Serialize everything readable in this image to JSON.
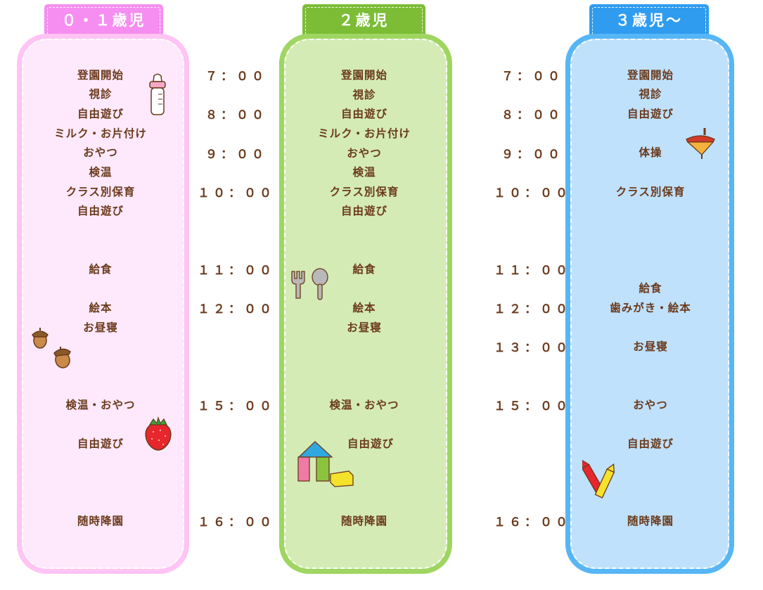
{
  "columns": [
    {
      "title": "０・１歳児",
      "activities": [
        "登園開始",
        "視診",
        "自由遊び",
        "ミルク・お片付け",
        "おやつ",
        "検温",
        "クラス別保育",
        "自由遊び",
        "給食",
        "絵本",
        "お昼寝",
        "検温・おやつ",
        "自由遊び",
        "随時降園"
      ]
    },
    {
      "title": "２歳児",
      "activities": [
        "登園開始",
        "視診",
        "自由遊び",
        "ミルク・お片付け",
        "おやつ",
        "検温",
        "クラス別保育",
        "自由遊び",
        "給食",
        "絵本",
        "お昼寝",
        "検温・おやつ",
        "自由遊び",
        "随時降園"
      ]
    },
    {
      "title": "３歳児～",
      "activities": [
        "登園開始",
        "視診",
        "自由遊び",
        "体操",
        "クラス別保育",
        "給食",
        "歯みがき・絵本",
        "お昼寝",
        "おやつ",
        "自由遊び",
        "随時降園"
      ]
    }
  ],
  "times_a": [
    "７：００",
    "８：００",
    "９：００",
    "１０：００",
    "１１：００",
    "１２：００",
    "１５：００",
    "１６：００"
  ],
  "times_b": [
    "７：００",
    "８：００",
    "９：００",
    "１０：００",
    "１１：００",
    "１２：００",
    "１３：００",
    "１５：００",
    "１６：００"
  ],
  "colors": {
    "pink": "#ffc3f4",
    "pink_tab": "#f58ef0",
    "pink_fill": "#fde9fb",
    "green": "#9fd561",
    "green_tab": "#7cbd35",
    "green_fill": "#d4ebb6",
    "blue": "#57b6f5",
    "blue_tab": "#2f9cf0",
    "blue_fill": "#bfe1fb"
  }
}
